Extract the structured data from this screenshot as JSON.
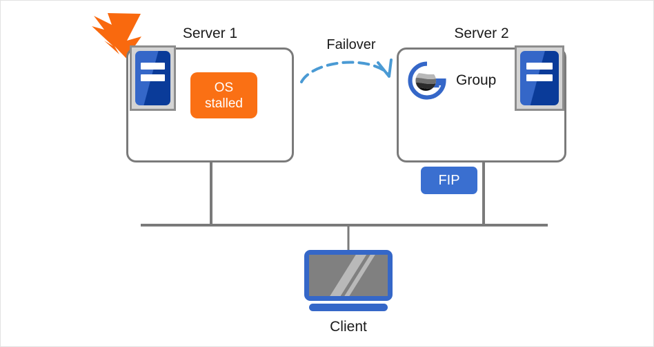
{
  "diagram": {
    "title": "Failover cluster diagram",
    "background_color": "#ffffff",
    "border_color": "#e2e2e2"
  },
  "servers": [
    {
      "id": "server1",
      "caption": "Server 1",
      "status_badge": "OS\nstalled",
      "status_line1": "OS",
      "status_line2": "stalled",
      "status_color": "#fa7014",
      "rack_icon": "server-rack-icon",
      "fault_icon": "lightning-burst-icon",
      "fault_color": "#f9690e"
    },
    {
      "id": "server2",
      "caption": "Server 2",
      "group_label": "Group",
      "group_icon": "group-logo-icon",
      "rack_icon": "server-rack-icon",
      "fip_label": "FIP",
      "fip_color": "#3a6fd0"
    }
  ],
  "failover": {
    "label": "Failover",
    "arrow_icon": "dashed-curved-arrow-icon",
    "arrow_color": "#4a9ad4",
    "direction": "server1-to-server2"
  },
  "network": {
    "bus_color": "#7a7a7a",
    "link_color": "#7a7a7a"
  },
  "client": {
    "caption": "Client",
    "icon": "monitor-icon",
    "bezel_color": "#3567c8",
    "screen_color": "#808080"
  },
  "palette": {
    "blue_light": "#3567c8",
    "blue_dark": "#0a3b99",
    "orange": "#fa7014",
    "gray_line": "#7a7a7a",
    "gray_fill": "#d4d4d4",
    "text": "#1a1a1a"
  }
}
